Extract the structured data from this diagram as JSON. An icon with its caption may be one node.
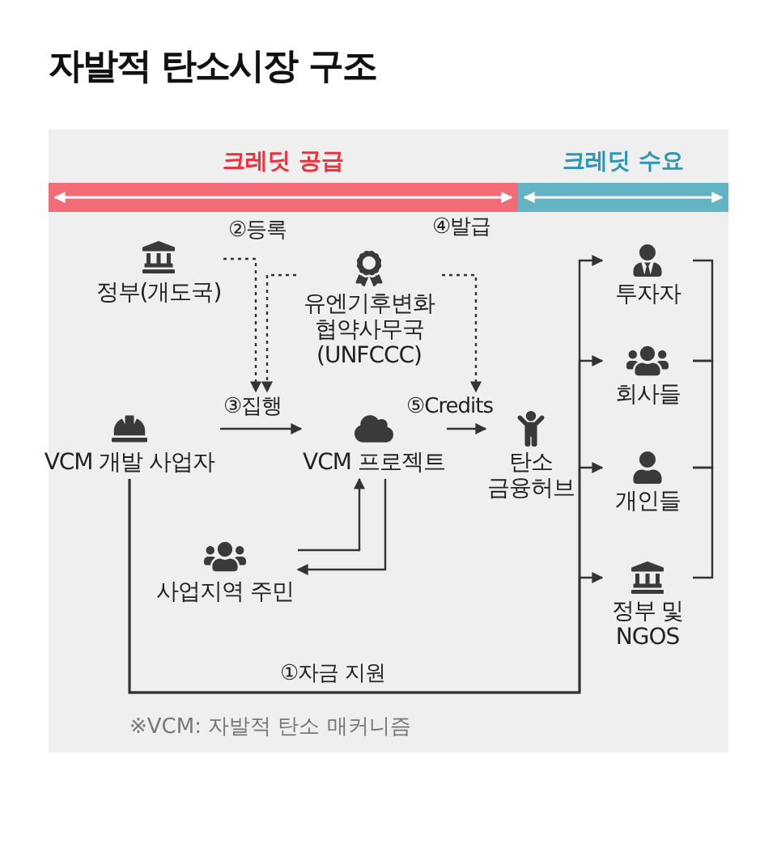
{
  "diagram": {
    "title": "자발적 탄소시장 구조",
    "nodes": [
      {
        "text": [
          "정부(개도국)"
        ]
      },
      {
        "text": [
          "유엔기후변화 협약사무국 (UNFCCC)"
        ]
      },
      {
        "text": [
          "VCM 개발 사업자"
        ]
      },
      {
        "text": [
          "VCM 프로젝트"
        ]
      },
      {
        "text": [
          "탄소 금융허브"
        ]
      },
      {
        "text": [
          "사업지역 주민"
        ]
      },
      {
        "text": [
          "투자자"
        ]
      },
      {
        "text": [
          "회사들"
        ]
      },
      {
        "text": [
          "개인들"
        ]
      },
      {
        "text": [
          "정부 및 NGOS"
        ]
      }
    ],
    "edges": [
      {
        "from": 0,
        "to": null,
        "arrow": "to",
        "style": "dashed"
      },
      {
        "from": 1,
        "to": null,
        "arrow": "to",
        "style": "dashed",
        "label": "②등록"
      },
      {
        "from": 1,
        "to": null,
        "arrow": "to",
        "style": "dashed",
        "label": "④발급"
      },
      {
        "from": 2,
        "to": 3,
        "arrow": "to",
        "label": "③집행"
      },
      {
        "from": 3,
        "to": 4,
        "arrow": "to",
        "label": "⑤Credits"
      },
      {
        "from": 5,
        "to": 3,
        "arrow": "to"
      },
      {
        "from": 3,
        "to": 5,
        "arrow": "to"
      },
      {
        "from": 2,
        "to": 6,
        "arrow": "to"
      },
      {
        "from": 2,
        "to": 7,
        "arrow": "to"
      },
      {
        "from": 2,
        "to": 8,
        "arrow": "to"
      },
      {
        "from": 2,
        "to": 9,
        "arrow": "to",
        "label": "①자금 지원"
      },
      {
        "from": 6,
        "to": 7,
        "arrow": "none"
      },
      {
        "from": 7,
        "to": 8,
        "arrow": "none"
      },
      {
        "from": 8,
        "to": 9,
        "arrow": "none"
      }
    ],
    "labels": [
      "크레딧 공급",
      "크레딧 수요",
      "※VCM: 자발적 탄소 매커니즘"
    ]
  }
}
